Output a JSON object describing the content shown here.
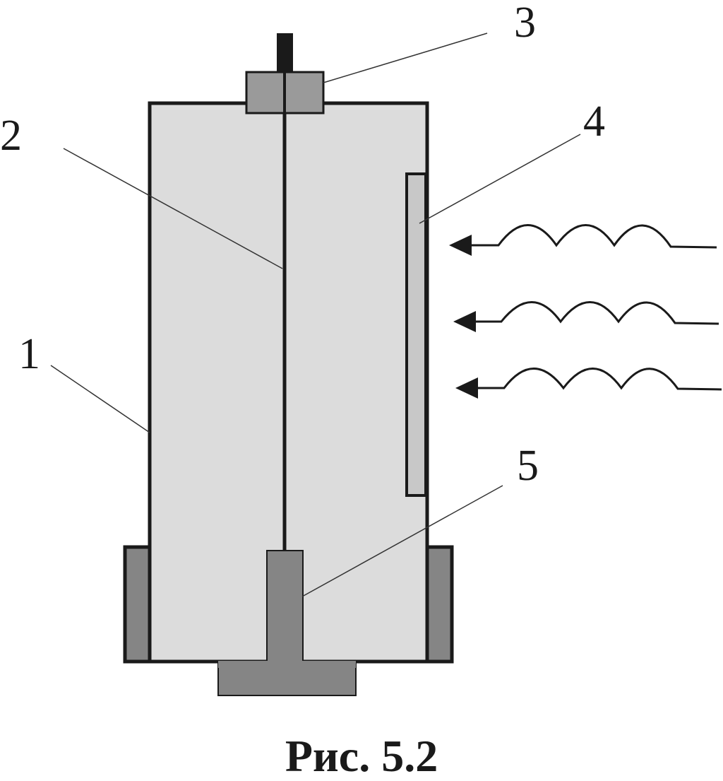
{
  "diagram": {
    "labels": {
      "body": "1",
      "wire": "2",
      "insulator": "3",
      "window": "4",
      "base": "5"
    },
    "caption": "Рис. 5.2",
    "colors": {
      "outline": "#1a1a1a",
      "chamber": "#dcdcdc",
      "window": "#c8c8c8",
      "insulator": "#9a9a9a",
      "metal": "#858585",
      "leader": "#333333"
    },
    "radiation_arrows": 3
  }
}
